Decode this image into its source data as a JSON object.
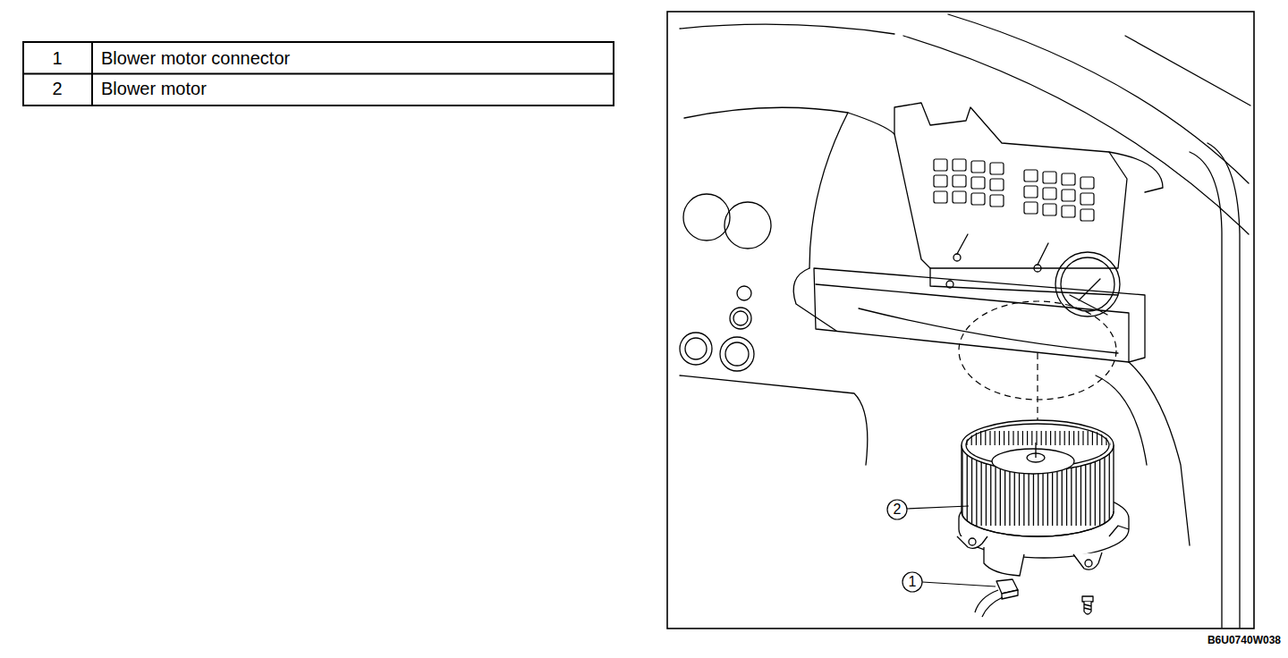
{
  "diagram": {
    "labels": [
      "1",
      "Blower motor connector",
      "2",
      "Blower motor",
      "2",
      "1",
      "B6U0740W038"
    ]
  }
}
